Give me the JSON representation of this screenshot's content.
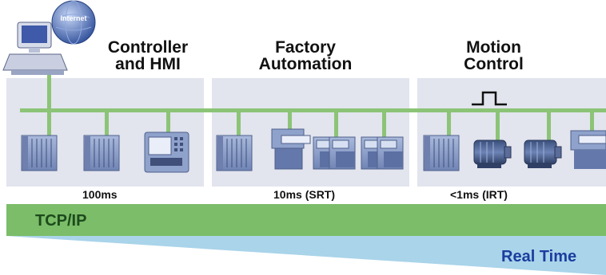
{
  "segments": [
    {
      "title_line1": "Controller",
      "title_line2": "and HMI",
      "timing": "100ms"
    },
    {
      "title_line1": "Factory",
      "title_line2": "Automation",
      "timing": "10ms (SRT)"
    },
    {
      "title_line1": "Motion",
      "title_line2": "Control",
      "timing": "<1ms (IRT)"
    }
  ],
  "internet_label": "Internet",
  "bottom_bars": {
    "tcp_label": "TCP/IP",
    "realtime_label": "Real Time"
  },
  "colors": {
    "panel": "#e2e4ee",
    "bus": "#8cc477",
    "tcp_bar": "#7bbd68",
    "realtime_wedge": "#a9d4ea",
    "device": "#8fa2cb"
  },
  "icons": [
    "computer-icon",
    "globe-icon",
    "plc-rack-icon",
    "hmi-panel-icon",
    "drive-unit-icon",
    "servo-motor-icon",
    "square-pulse-icon"
  ]
}
